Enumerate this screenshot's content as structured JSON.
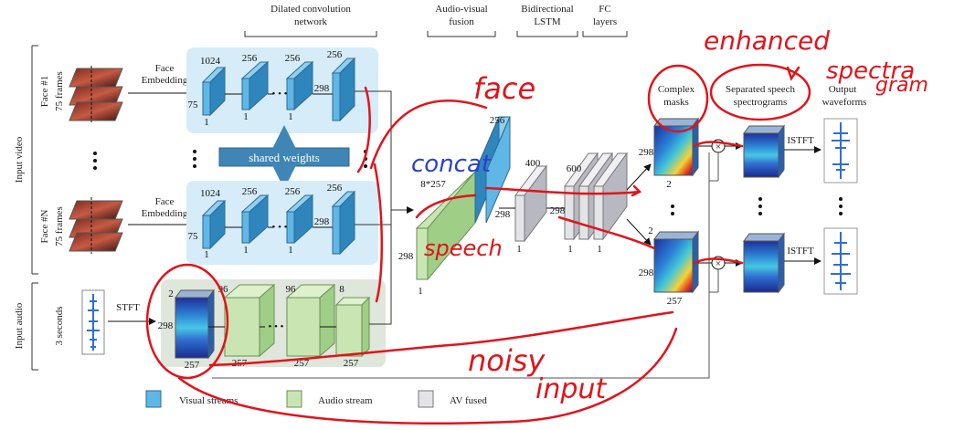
{
  "colors": {
    "visual": "#5fb7e6",
    "visual_dark": "#2f86bd",
    "visual_bg": "#d6ecf8",
    "audio": "#c9e6b2",
    "audio_dark": "#9fcf86",
    "audio_bg": "#dfe6db",
    "fused": "#e4e4e8",
    "fused_dark": "#b8b8c0",
    "annotation_red": "#e0141b",
    "annotation_blue": "#2a3fd1"
  },
  "side_labels": {
    "input_video": "Input video",
    "input_audio": "Input audio",
    "face1": "Face #1",
    "faceN": "Face #N",
    "frames1": "75 frames",
    "framesN": "75 frames",
    "seconds": "3 seconds"
  },
  "top_headers": {
    "dilated_line1": "Dilated convolution",
    "dilated_line2": "network",
    "avfusion_line1": "Audio-visual",
    "avfusion_line2": "fusion",
    "lstm_line1": "Bidirectional",
    "lstm_line2": "LSTM",
    "fc_line1": "FC",
    "fc_line2": "layers",
    "masks_line1": "Complex",
    "masks_line2": "masks",
    "sep_line1": "Separated speech",
    "sep_line2": "spectrograms",
    "out_line1": "Output",
    "out_line2": "waveforms"
  },
  "labels": {
    "face_embedding_1a": "Face",
    "face_embedding_1b": "Embedding",
    "face_embedding_2a": "Face",
    "face_embedding_2b": "Embedding",
    "shared_weights": "shared weights",
    "stft": "STFT",
    "istft_1": "ISTFT",
    "istft_2": "ISTFT",
    "multiply": "×"
  },
  "dims": {
    "v1_1024": "1024",
    "v1_75": "75",
    "v1_1a": "1",
    "v1_256a": "256",
    "v1_1b": "1",
    "v1_256b": "256",
    "v1_298": "298",
    "v1_256c": "256",
    "v1_1c": "1",
    "v2_1024": "1024",
    "v2_75": "75",
    "v2_1a": "1",
    "v2_256a": "256",
    "v2_1b": "1",
    "v2_256b": "256",
    "v2_298": "298",
    "v2_256c": "256",
    "v2_1c": "1",
    "a_2": "2",
    "a_298": "298",
    "a_257": "257",
    "a_96a": "96",
    "a_257b": "257",
    "a_96b": "96",
    "a_257c": "257",
    "a_8": "8",
    "a_257d": "257",
    "fuse_256": "256",
    "fuse_8x257": "8*257",
    "fuse_298": "298",
    "fuse_298b": "298",
    "fuse_1": "1",
    "lstm_400": "400",
    "lstm_298": "298",
    "lstm_1": "1",
    "fc_600": "600",
    "fc_1a": "1",
    "fc_1b": "1",
    "m1_298": "298",
    "m1_2": "2",
    "m2_2": "2",
    "m2_298": "298",
    "m2_257": "257"
  },
  "legend": {
    "visual": "Visual streams",
    "audio": "Audio stream",
    "fused": "AV fused"
  },
  "annotations": {
    "enhanced": "enhanced",
    "spectra": "spectra",
    "gram": "gram",
    "face": "face",
    "concat": "concat",
    "speech": "speech",
    "noisy": "noisy",
    "input": "input"
  }
}
